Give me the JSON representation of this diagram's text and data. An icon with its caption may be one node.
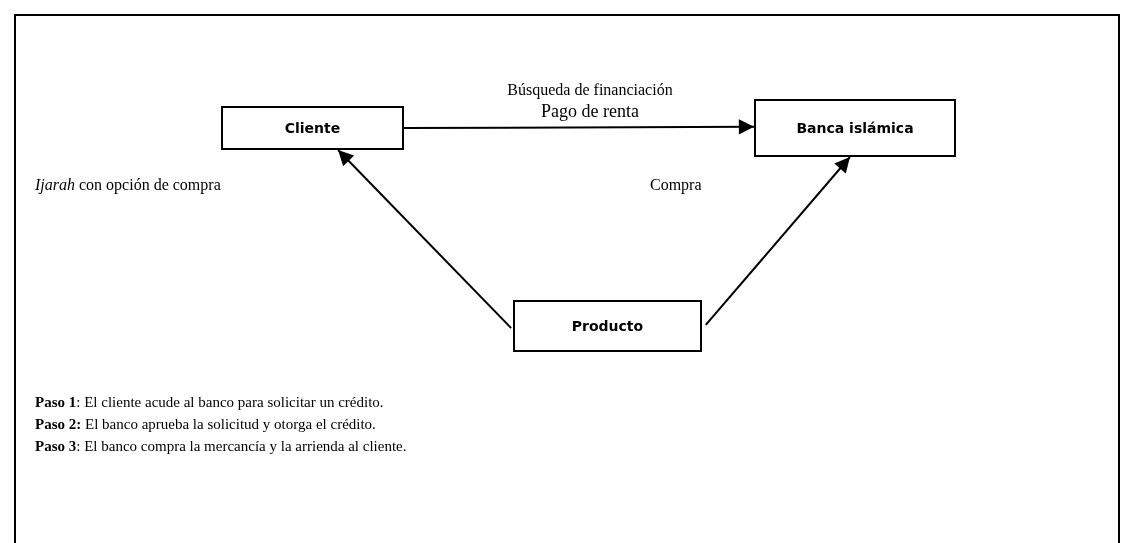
{
  "diagram": {
    "nodes": [
      {
        "text": [
          "Cliente"
        ]
      },
      {
        "text": [
          "Banca islámica"
        ]
      },
      {
        "text": [
          "Producto"
        ]
      }
    ],
    "edges": [
      {
        "from": 0,
        "to": 1,
        "arrow": "to"
      },
      {
        "from": 2,
        "to": 0,
        "arrow": "to"
      },
      {
        "from": 2,
        "to": 1,
        "arrow": "to"
      }
    ],
    "labels": [
      "Búsqueda de financiación",
      "Pago de renta",
      "*Ijarah* con opción de compra",
      "Compra",
      "**Paso 1**: El cliente acude al banco para solicitar un crédito.",
      "**Paso 2:** El banco aprueba la solicitud y otorga el crédito.",
      "**Paso 3**: El banco compra la mercancía y la arrienda al cliente."
    ]
  }
}
